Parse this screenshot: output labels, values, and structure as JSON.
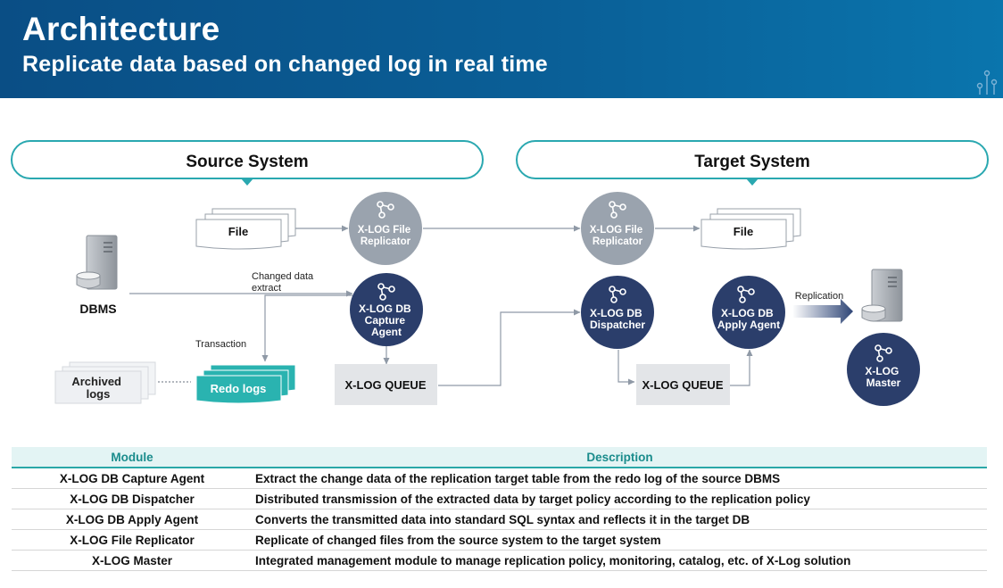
{
  "header": {
    "title": "Architecture",
    "subtitle": "Replicate data based on changed log in real time"
  },
  "diagram": {
    "source_system": "Source System",
    "target_system": "Target System",
    "file_left": "File",
    "file_right": "File",
    "file_replicator_left": [
      "X-LOG File",
      "Replicator"
    ],
    "file_replicator_right": [
      "X-LOG File",
      "Replicator"
    ],
    "capture_agent": [
      "X-LOG DB",
      "Capture",
      "Agent"
    ],
    "dispatcher": [
      "X-LOG DB",
      "Dispatcher"
    ],
    "apply_agent": [
      "X-LOG DB",
      "Apply Agent"
    ],
    "master": [
      "X-LOG",
      "Master"
    ],
    "dbms": "DBMS",
    "changed_data": [
      "Changed data",
      "extract"
    ],
    "transaction": "Transaction",
    "archived_logs": [
      "Archived",
      "logs"
    ],
    "redo_logs": "Redo logs",
    "queue_left": "X-LOG QUEUE",
    "queue_right": "X-LOG QUEUE",
    "replication": "Replication",
    "colors": {
      "navy": "#2b3e6b",
      "gray_circle": "#9aa3ae",
      "teal": "#2ab3b0",
      "queue_bg": "#e3e5e8"
    }
  },
  "table": {
    "headers": [
      "Module",
      "Description"
    ],
    "rows": [
      {
        "module": "X-LOG DB Capture Agent",
        "description": "Extract the change data of the replication target table from the redo log of the source DBMS"
      },
      {
        "module": "X-LOG DB Dispatcher",
        "description": "Distributed transmission of the extracted data by target policy according to the replication policy"
      },
      {
        "module": "X-LOG DB Apply Agent",
        "description": "Converts the transmitted data into standard SQL syntax and reflects it in the target DB"
      },
      {
        "module": "X-LOG File Replicator",
        "description": "Replicate of changed files from the source system to the target system"
      },
      {
        "module": "X-LOG Master",
        "description": "Integrated management module to manage replication policy, monitoring, catalog, etc. of X-Log solution"
      }
    ]
  }
}
